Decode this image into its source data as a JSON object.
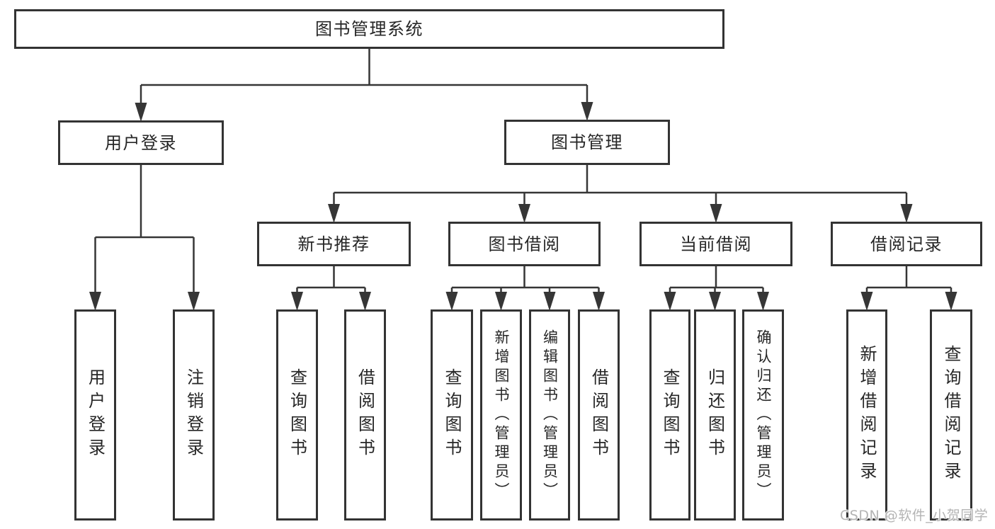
{
  "diagram": {
    "title": "图书管理系统",
    "watermark": "CSDN @软件_小贺同学",
    "colors": {
      "line": "#363636",
      "box_border": "#333333",
      "text": "#262626",
      "watermark": "#b4b4b4",
      "background": "#ffffff"
    },
    "nodes": [
      {
        "id": "root",
        "label": "图书管理系统"
      },
      {
        "id": "user-login",
        "label": "用户登录"
      },
      {
        "id": "book-mgmt",
        "label": "图书管理"
      },
      {
        "id": "new-books",
        "label": "新书推荐"
      },
      {
        "id": "book-borrow",
        "label": "图书借阅"
      },
      {
        "id": "current-borrow",
        "label": "当前借阅"
      },
      {
        "id": "borrow-records",
        "label": "借阅记录"
      },
      {
        "id": "login",
        "label": "用户登录"
      },
      {
        "id": "logout",
        "label": "注销登录"
      },
      {
        "id": "nb-query",
        "label": "查询图书"
      },
      {
        "id": "nb-borrow",
        "label": "借阅图书"
      },
      {
        "id": "bw-query",
        "label": "查询图书"
      },
      {
        "id": "bw-add",
        "label": "新增图书（管理员）"
      },
      {
        "id": "bw-edit",
        "label": "编辑图书（管理员）"
      },
      {
        "id": "bw-borrow",
        "label": "借阅图书"
      },
      {
        "id": "cb-query",
        "label": "查询图书"
      },
      {
        "id": "cb-return",
        "label": "归还图书"
      },
      {
        "id": "cb-confirm",
        "label": "确认归还（管理员）"
      },
      {
        "id": "rc-add",
        "label": "新增借阅记录"
      },
      {
        "id": "rc-query",
        "label": "查询借阅记录"
      }
    ],
    "edges": [
      {
        "from": "root",
        "to": [
          "user-login",
          "book-mgmt"
        ]
      },
      {
        "from": "user-login",
        "to": [
          "login",
          "logout"
        ]
      },
      {
        "from": "book-mgmt",
        "to": [
          "new-books",
          "book-borrow",
          "current-borrow",
          "borrow-records"
        ]
      },
      {
        "from": "new-books",
        "to": [
          "nb-query",
          "nb-borrow"
        ]
      },
      {
        "from": "book-borrow",
        "to": [
          "bw-query",
          "bw-add",
          "bw-edit",
          "bw-borrow"
        ]
      },
      {
        "from": "current-borrow",
        "to": [
          "cb-query",
          "cb-return",
          "cb-confirm"
        ]
      },
      {
        "from": "borrow-records",
        "to": [
          "rc-add",
          "rc-query"
        ]
      }
    ]
  }
}
